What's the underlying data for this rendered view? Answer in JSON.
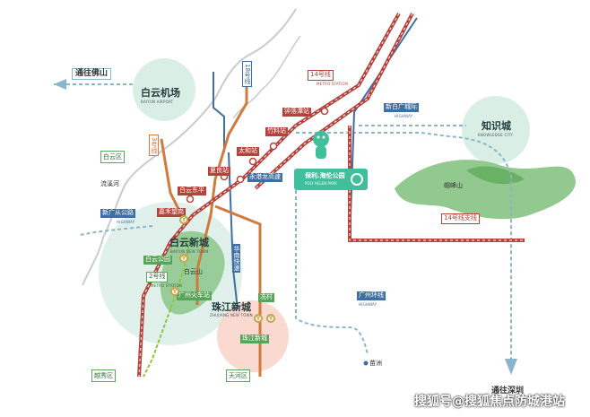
{
  "map": {
    "labels": {
      "foshan": "通往佛山",
      "baiyun_airport": "白云机场",
      "baiyun_airport_en": "BAIYUN AIRPORT",
      "zhishicheng": "知识城",
      "zhishicheng_en": "KNOWLEDGE CITY",
      "baiyun_newtown": "白云新城",
      "baiyun_newtown_en": "BAIYUN NEW TOWN",
      "zhujiang_newtown": "珠江新城",
      "zhujiang_newtown_en": "ZHUJIANG NEW TOWN",
      "shenzhen": "通往深圳",
      "maofengshan": "帽峰山",
      "baiyunshan": "白云山",
      "liuxihe": "流溪河",
      "dazhou": "苗洲"
    },
    "lines": {
      "line14": "14号线",
      "line14_branch": "14号线支线",
      "line18": "18号线",
      "line3": "3号线",
      "line2": "2号线",
      "metro_en": "METRO STATION",
      "highway_en": "HIGHWAY"
    },
    "roads": {
      "xinbaiguang": "新白广城际",
      "xinguangcong": "新广从公路",
      "huanan": "华南快速",
      "guangzhou_ring": "广州环线"
    },
    "stations": {
      "zhongluotan": "钟落潭站",
      "zhuliao": "竹料站",
      "taihe": "太和站",
      "xiamao": "夏良站",
      "jiaokou": "嘉禾望岗",
      "baiyun_dongping": "白云东平",
      "baiyun_park": "白云公园",
      "guangzhou_rail": "广州火车站",
      "xiancun": "冼村",
      "zhujiang_newtown_stn": "珠江新城",
      "longgui": "永港龙高速"
    },
    "districts": {
      "baiyun": "白云区",
      "yuexiu": "越秀区",
      "tianhe": "天河区"
    },
    "project": {
      "name": "保利.海伦公园",
      "sub": "POLY HELEN PARK"
    },
    "watermark": "搜狐号@搜狐焦点防城港站",
    "colors": {
      "line14": "#b5433b",
      "line3": "#d17a3e",
      "line2": "#8cc63f",
      "highway": "#3f6ea0",
      "dashed_road": "#8ab6cc",
      "project_teal": "#3fbf9c",
      "green_area": "#7fc07a"
    }
  }
}
